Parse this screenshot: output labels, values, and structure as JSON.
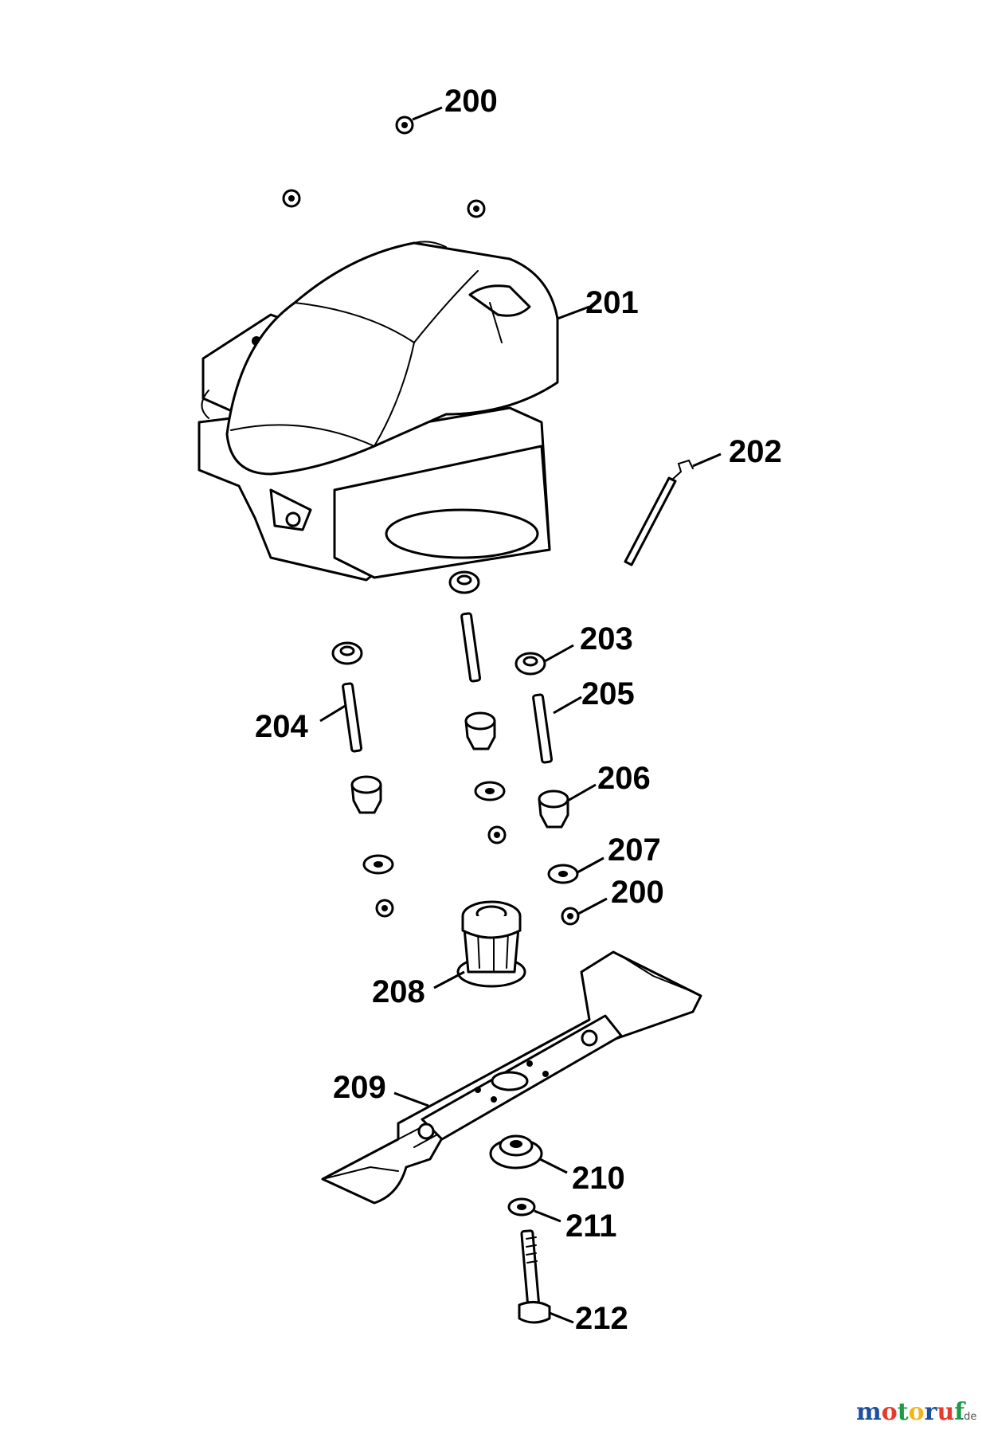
{
  "callouts": {
    "c200_top": "200",
    "c201": "201",
    "c202": "202",
    "c203": "203",
    "c204": "204",
    "c205": "205",
    "c206": "206",
    "c207": "207",
    "c200_mid": "200",
    "c208": "208",
    "c209": "209",
    "c210": "210",
    "c211": "211",
    "c212": "212"
  },
  "watermark": {
    "letters": [
      "m",
      "o",
      "t",
      "o",
      "r",
      "u",
      "f"
    ],
    "letter_colors": [
      "#1b4fa0",
      "#e63a2e",
      "#1c9a4a",
      "#f2b51d",
      "#1b4fa0",
      "#e63a2e",
      "#1c9a4a"
    ],
    "suffix": ".de"
  }
}
